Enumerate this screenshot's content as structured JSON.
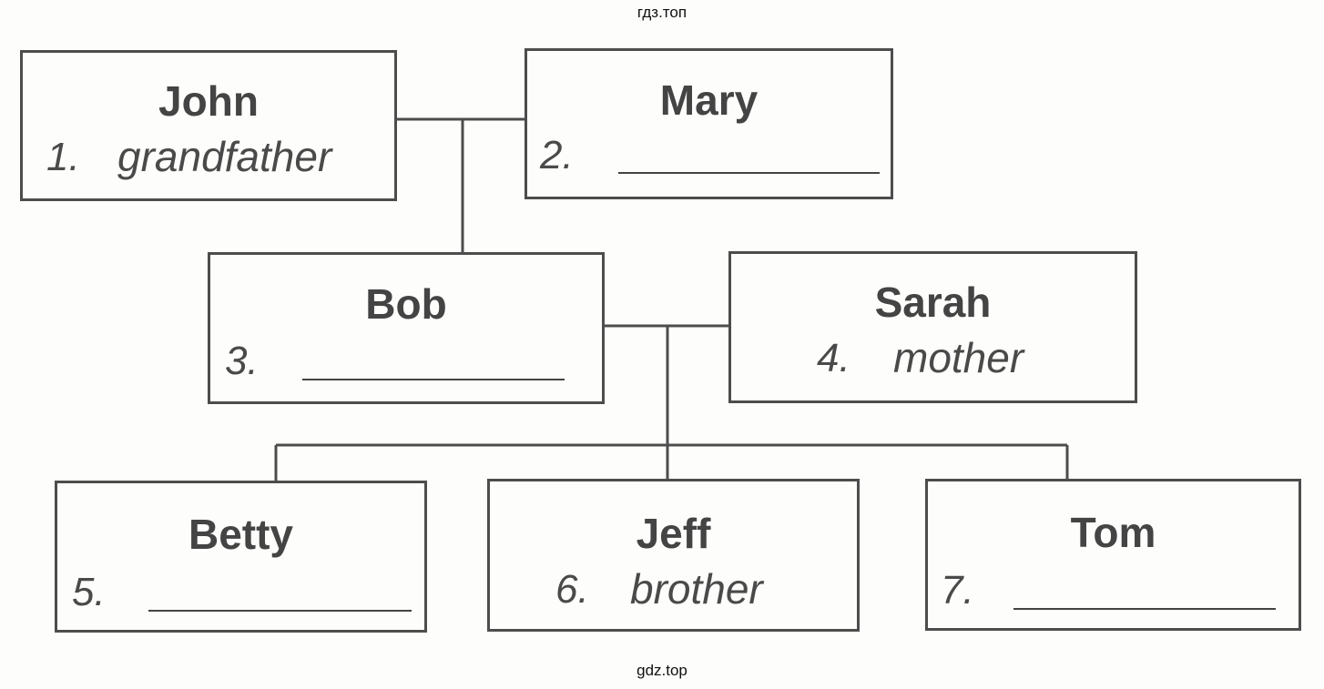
{
  "watermark_top": "гдз.топ",
  "watermark_bottom": "gdz.top",
  "members": {
    "john": {
      "name": "John",
      "number": "1.",
      "answer": "grandfather"
    },
    "mary": {
      "name": "Mary",
      "number": "2.",
      "answer": ""
    },
    "bob": {
      "name": "Bob",
      "number": "3.",
      "answer": ""
    },
    "sarah": {
      "name": "Sarah",
      "number": "4.",
      "answer": "mother"
    },
    "betty": {
      "name": "Betty",
      "number": "5.",
      "answer": ""
    },
    "jeff": {
      "name": "Jeff",
      "number": "6.",
      "answer": "brother"
    },
    "tom": {
      "name": "Tom",
      "number": "7.",
      "answer": ""
    }
  }
}
